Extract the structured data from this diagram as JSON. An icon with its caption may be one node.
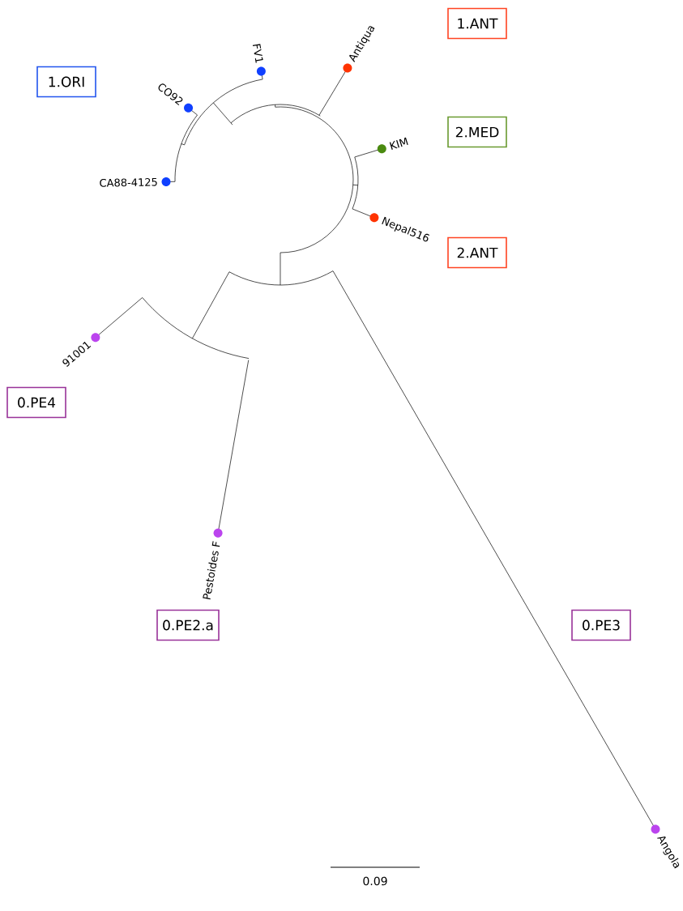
{
  "diagram": {
    "nodes": [
      {
        "text": [
          "1.ANT"
        ]
      },
      {
        "text": [
          "1.ORI"
        ]
      },
      {
        "text": [
          "2.MED"
        ]
      },
      {
        "text": [
          "2.ANT"
        ]
      },
      {
        "text": [
          "0.PE4"
        ]
      },
      {
        "text": [
          "0.PE2.a"
        ]
      },
      {
        "text": [
          "0.PE3"
        ]
      }
    ],
    "labels": [
      "FV1",
      "Antiqua",
      "CO92",
      "KIM",
      "CA88-4125",
      "Nepal516",
      "91001",
      "Pestoides F",
      "Angola",
      "0.09"
    ]
  }
}
